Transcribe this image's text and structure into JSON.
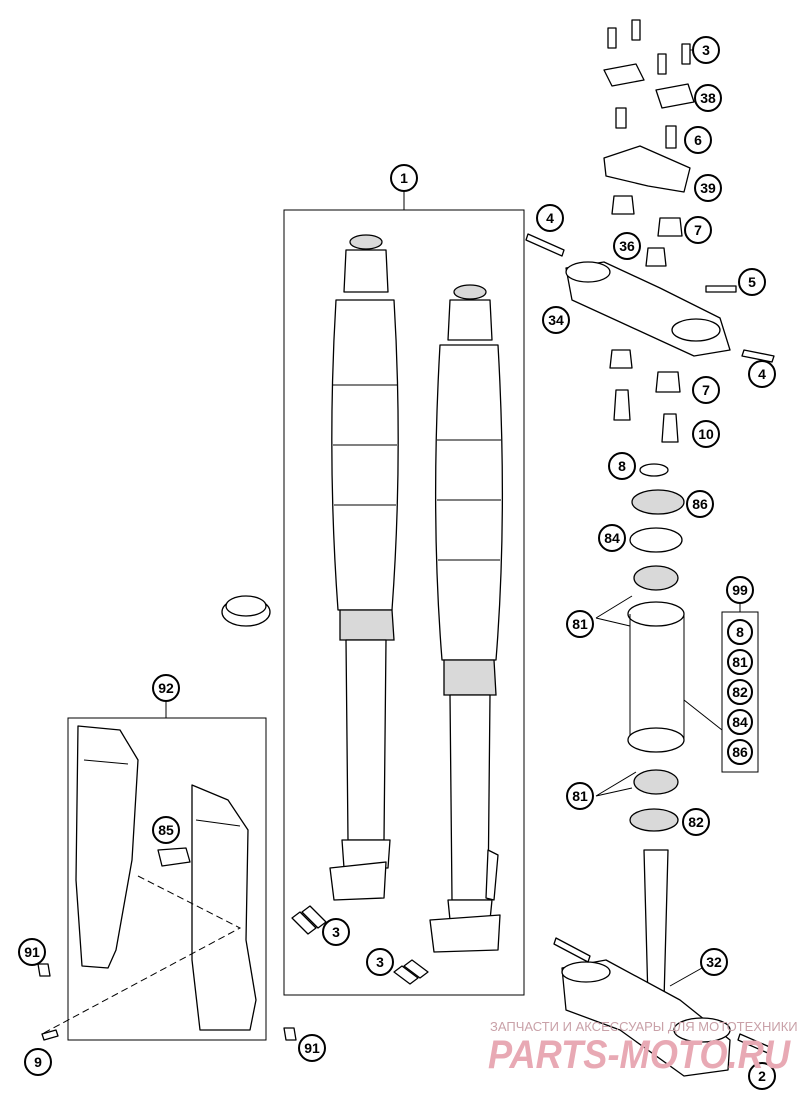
{
  "callouts": [
    {
      "id": "c1",
      "label": "1"
    },
    {
      "id": "c3a",
      "label": "3"
    },
    {
      "id": "c38",
      "label": "38"
    },
    {
      "id": "c6",
      "label": "6"
    },
    {
      "id": "c39",
      "label": "39"
    },
    {
      "id": "c4a",
      "label": "4"
    },
    {
      "id": "c7a",
      "label": "7"
    },
    {
      "id": "c36",
      "label": "36"
    },
    {
      "id": "c5",
      "label": "5"
    },
    {
      "id": "c34",
      "label": "34"
    },
    {
      "id": "c4b",
      "label": "4"
    },
    {
      "id": "c7b",
      "label": "7"
    },
    {
      "id": "c10",
      "label": "10"
    },
    {
      "id": "c8a",
      "label": "8"
    },
    {
      "id": "c86a",
      "label": "86"
    },
    {
      "id": "c84a",
      "label": "84"
    },
    {
      "id": "c99",
      "label": "99"
    },
    {
      "id": "c81a",
      "label": "81"
    },
    {
      "id": "c8b",
      "label": "8"
    },
    {
      "id": "c81b",
      "label": "81"
    },
    {
      "id": "c82a",
      "label": "82"
    },
    {
      "id": "c84b",
      "label": "84"
    },
    {
      "id": "c86b",
      "label": "86"
    },
    {
      "id": "c92",
      "label": "92"
    },
    {
      "id": "c85",
      "label": "85"
    },
    {
      "id": "c81c",
      "label": "81"
    },
    {
      "id": "c82b",
      "label": "82"
    },
    {
      "id": "c3b",
      "label": "3"
    },
    {
      "id": "c91a",
      "label": "91"
    },
    {
      "id": "c3c",
      "label": "3"
    },
    {
      "id": "c32",
      "label": "32"
    },
    {
      "id": "c9",
      "label": "9"
    },
    {
      "id": "c91b",
      "label": "91"
    },
    {
      "id": "c2",
      "label": "2"
    }
  ],
  "watermark": {
    "caption": "ЗАПЧАСТИ И АКСЕССУАРЫ ДЛЯ МОТОТЕХНИКИ",
    "brand": "PARTS-MOTO.RU"
  },
  "colors": {
    "line": "#000000",
    "fill": "#ffffff",
    "watermark": "#e8a9b4"
  }
}
